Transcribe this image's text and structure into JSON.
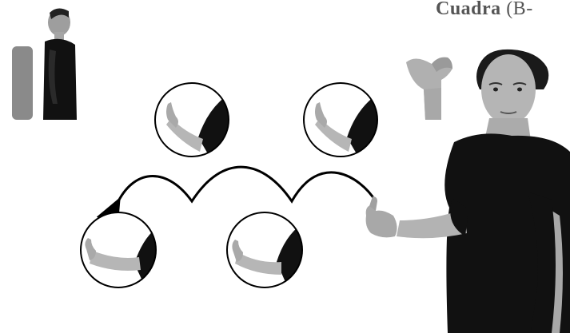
{
  "title": {
    "word": "Cuadra",
    "sub": "(B-"
  },
  "icons": {
    "side_view": "person-side-view-icon",
    "handshape": "thumbs-up-handshape-icon",
    "arrow": "hopping-arrow-icon",
    "signer": "signer-photo",
    "steps": [
      "hand-step-1",
      "hand-step-2",
      "hand-step-3",
      "hand-step-4"
    ]
  },
  "colors": {
    "shirt": "#111111",
    "skin": "#b8b8b8",
    "pillar": "#8a8a8a",
    "hair": "#1a1a1a"
  }
}
